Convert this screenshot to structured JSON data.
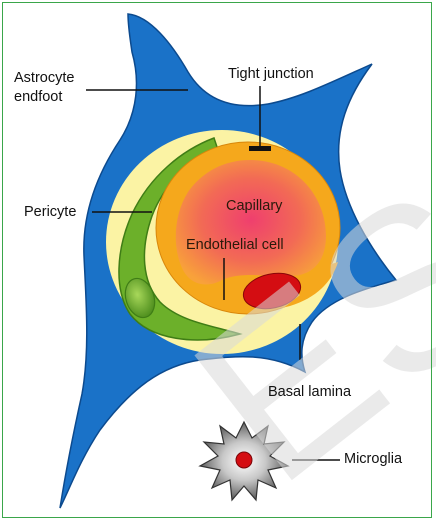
{
  "diagram": {
    "labels": {
      "astrocyte_line1": "Astrocyte",
      "astrocyte_line2": "endfoot",
      "tight_junction": "Tight junction",
      "pericyte": "Pericyte",
      "capillary": "Capillary",
      "endothelial_cell": "Endothelial cell",
      "basal_lamina": "Basal lamina",
      "microglia": "Microglia"
    },
    "watermark": "ESC",
    "colors": {
      "astrocyte": "#1a72c8",
      "basal_lamina": "#fbf3a4",
      "pericyte": "#6cb02a",
      "endothelium": "#f5a81c",
      "lumen": "#ef5a6e",
      "nucleus": "#d40d12",
      "microglia": "#6a6a6a",
      "watermark": "#d9d9d9"
    }
  }
}
